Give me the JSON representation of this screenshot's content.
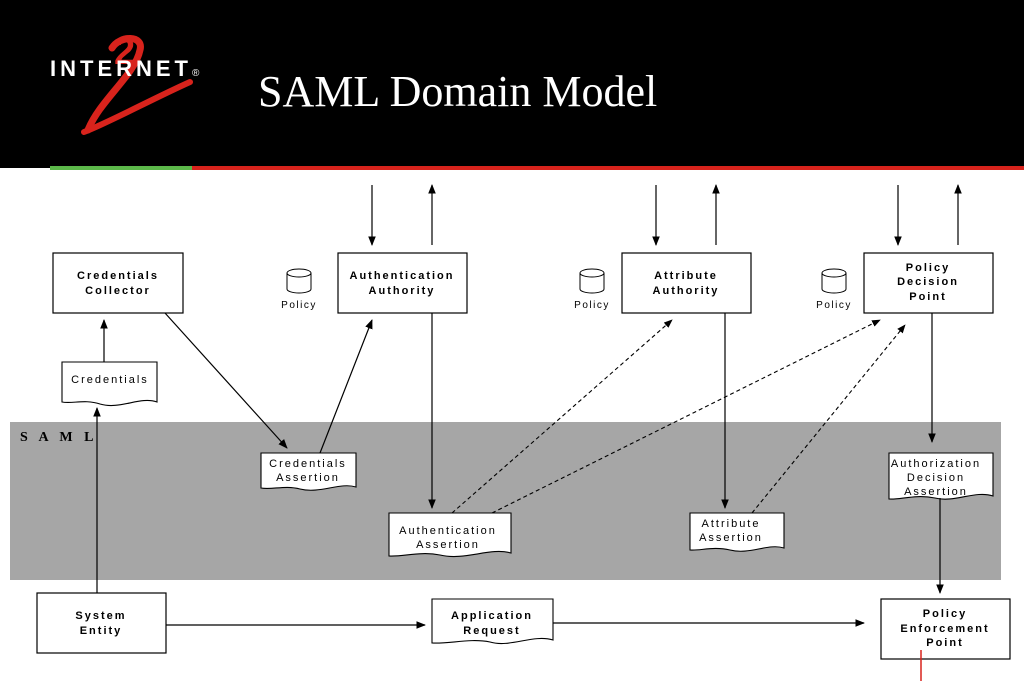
{
  "slide": {
    "title": "SAML Domain Model",
    "logo_text": "INTERNET",
    "logo_number": "2",
    "logo_mark": "®",
    "colors": {
      "header": "#000000",
      "accent_green": "#5cb84a",
      "accent_red": "#d8231c",
      "saml_band": "#a6a6a6"
    }
  },
  "diagram": {
    "saml_label": "S A M L",
    "credentials_collector": [
      "Credentials",
      "Collector"
    ],
    "authentication_authority": [
      "Authentication",
      "Authority"
    ],
    "attribute_authority": [
      "Attribute",
      "Authority"
    ],
    "policy_decision_point": [
      "Policy",
      "Decision",
      "Point"
    ],
    "credentials": "Credentials",
    "credentials_assertion": [
      "Credentials",
      "Assertion"
    ],
    "authentication_assertion": [
      "Authentication",
      "Assertion"
    ],
    "attribute_assertion": [
      "Attribute",
      "Assertion"
    ],
    "authorization_decision_assertion": [
      "Authorization",
      "Decision",
      "Assertion"
    ],
    "system_entity": [
      "System",
      "Entity"
    ],
    "application_request": [
      "Application",
      "Request"
    ],
    "policy_enforcement_point": [
      "Policy",
      "Enforcement",
      "Point"
    ],
    "policy_label": "Policy"
  }
}
